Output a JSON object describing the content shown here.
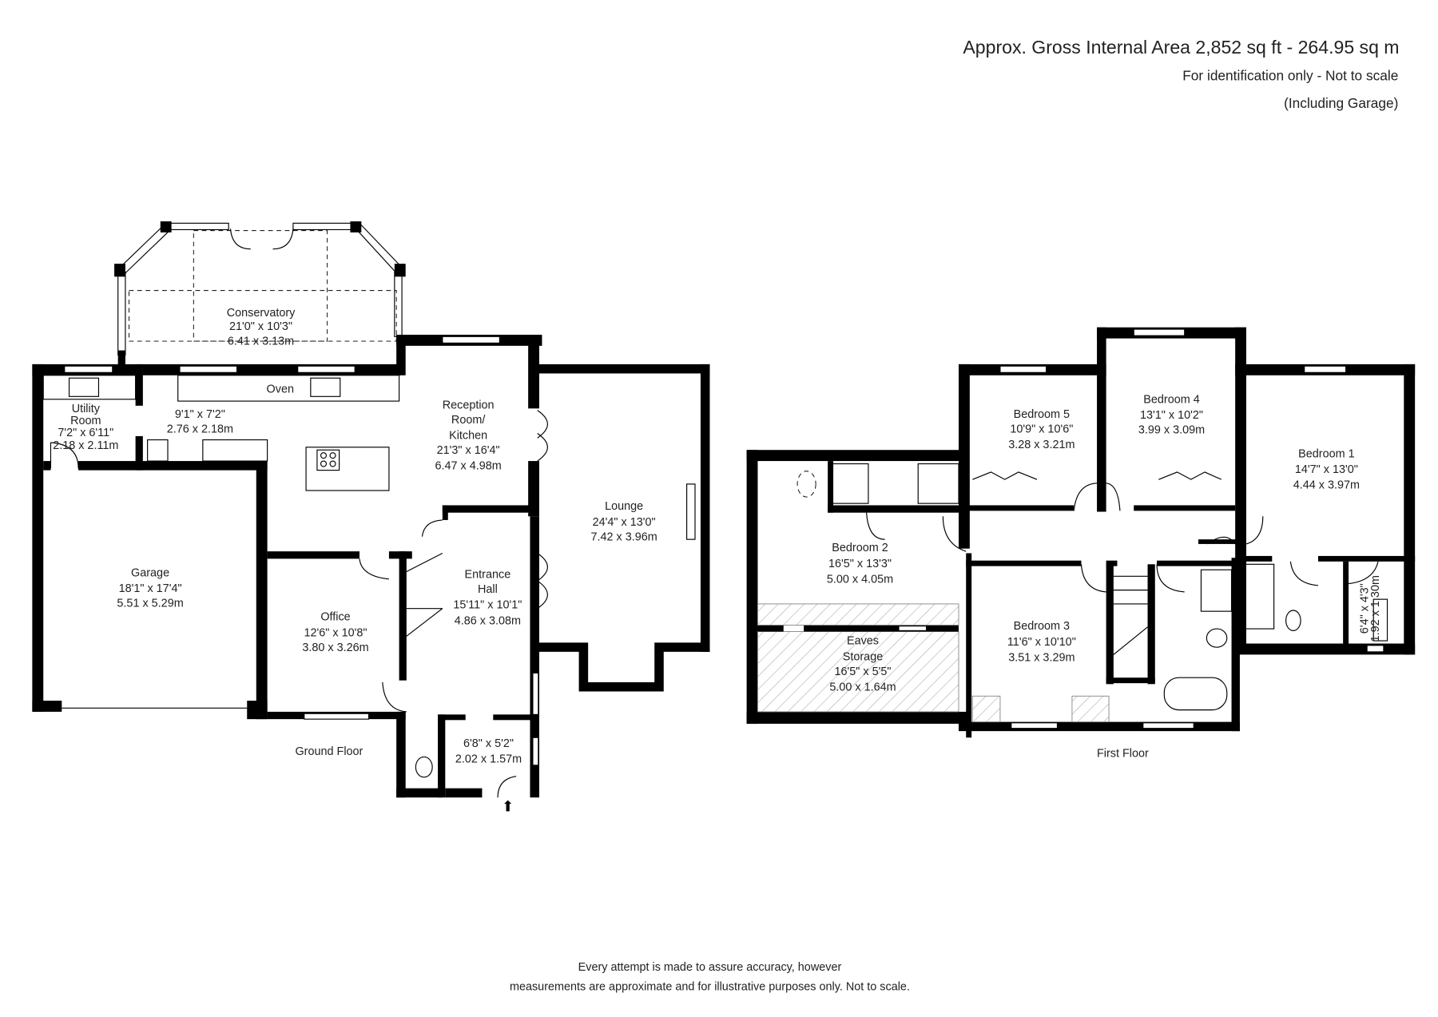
{
  "header": {
    "area": "Approx. Gross Internal Area 2,852 sq ft -  264.95 sq m",
    "note": "For identification only - Not to scale",
    "garage_note": "(Including Garage)"
  },
  "floors": {
    "ground": "Ground Floor",
    "first": "First Floor"
  },
  "ground_rooms": {
    "conservatory": {
      "name": "Conservatory",
      "imperial": "21'0\" x 10'3\"",
      "metric": "6.41 x 3.13m"
    },
    "utility": {
      "name": "Utility",
      "name2": "Room",
      "imperial": "7'2\" x 6'11\"",
      "metric": "2.18 x 2.11m"
    },
    "passage": {
      "imperial": "9'1\" x 7'2\"",
      "metric": "2.76 x 2.18m"
    },
    "kitchen": {
      "name": "Reception",
      "name2": "Room/",
      "name3": "Kitchen",
      "imperial": "21'3\" x 16'4\"",
      "metric": "6.47 x 4.98m"
    },
    "lounge": {
      "name": "Lounge",
      "imperial": "24'4\" x 13'0\"",
      "metric": "7.42 x 3.96m"
    },
    "garage": {
      "name": "Garage",
      "imperial": "18'1\" x 17'4\"",
      "metric": "5.51 x 5.29m"
    },
    "office": {
      "name": "Office",
      "imperial": "12'6\" x 10'8\"",
      "metric": "3.80 x 3.26m"
    },
    "hall": {
      "name": "Entrance",
      "name2": "Hall",
      "imperial": "15'11\" x 10'1\"",
      "metric": "4.86 x 3.08m"
    },
    "porch": {
      "imperial": "6'8\" x 5'2\"",
      "metric": "2.02 x 1.57m"
    },
    "oven": "Oven"
  },
  "first_rooms": {
    "bedroom5": {
      "name": "Bedroom 5",
      "imperial": "10'9\" x 10'6\"",
      "metric": "3.28 x 3.21m"
    },
    "bedroom4": {
      "name": "Bedroom 4",
      "imperial": "13'1\" x 10'2\"",
      "metric": "3.99 x 3.09m"
    },
    "bedroom1": {
      "name": "Bedroom 1",
      "imperial": "14'7\" x 13'0\"",
      "metric": "4.44 x 3.97m"
    },
    "bedroom2": {
      "name": "Bedroom 2",
      "imperial": "16'5\" x 13'3\"",
      "metric": "5.00 x 4.05m"
    },
    "bedroom3": {
      "name": "Bedroom 3",
      "imperial": "11'6\" x 10'10\"",
      "metric": "3.51 x 3.29m"
    },
    "eaves": {
      "name": "Eaves",
      "name2": "Storage",
      "imperial": "16'5\" x 5'5\"",
      "metric": "5.00 x 1.64m"
    },
    "ensuite_small": {
      "imperial": "6'4\" x 4'3\"",
      "metric": "1.92 x 1.30m"
    }
  },
  "footer": {
    "line1": "Every attempt is made to assure accuracy, however",
    "line2": "measurements are approximate and for illustrative purposes only. Not to scale."
  }
}
